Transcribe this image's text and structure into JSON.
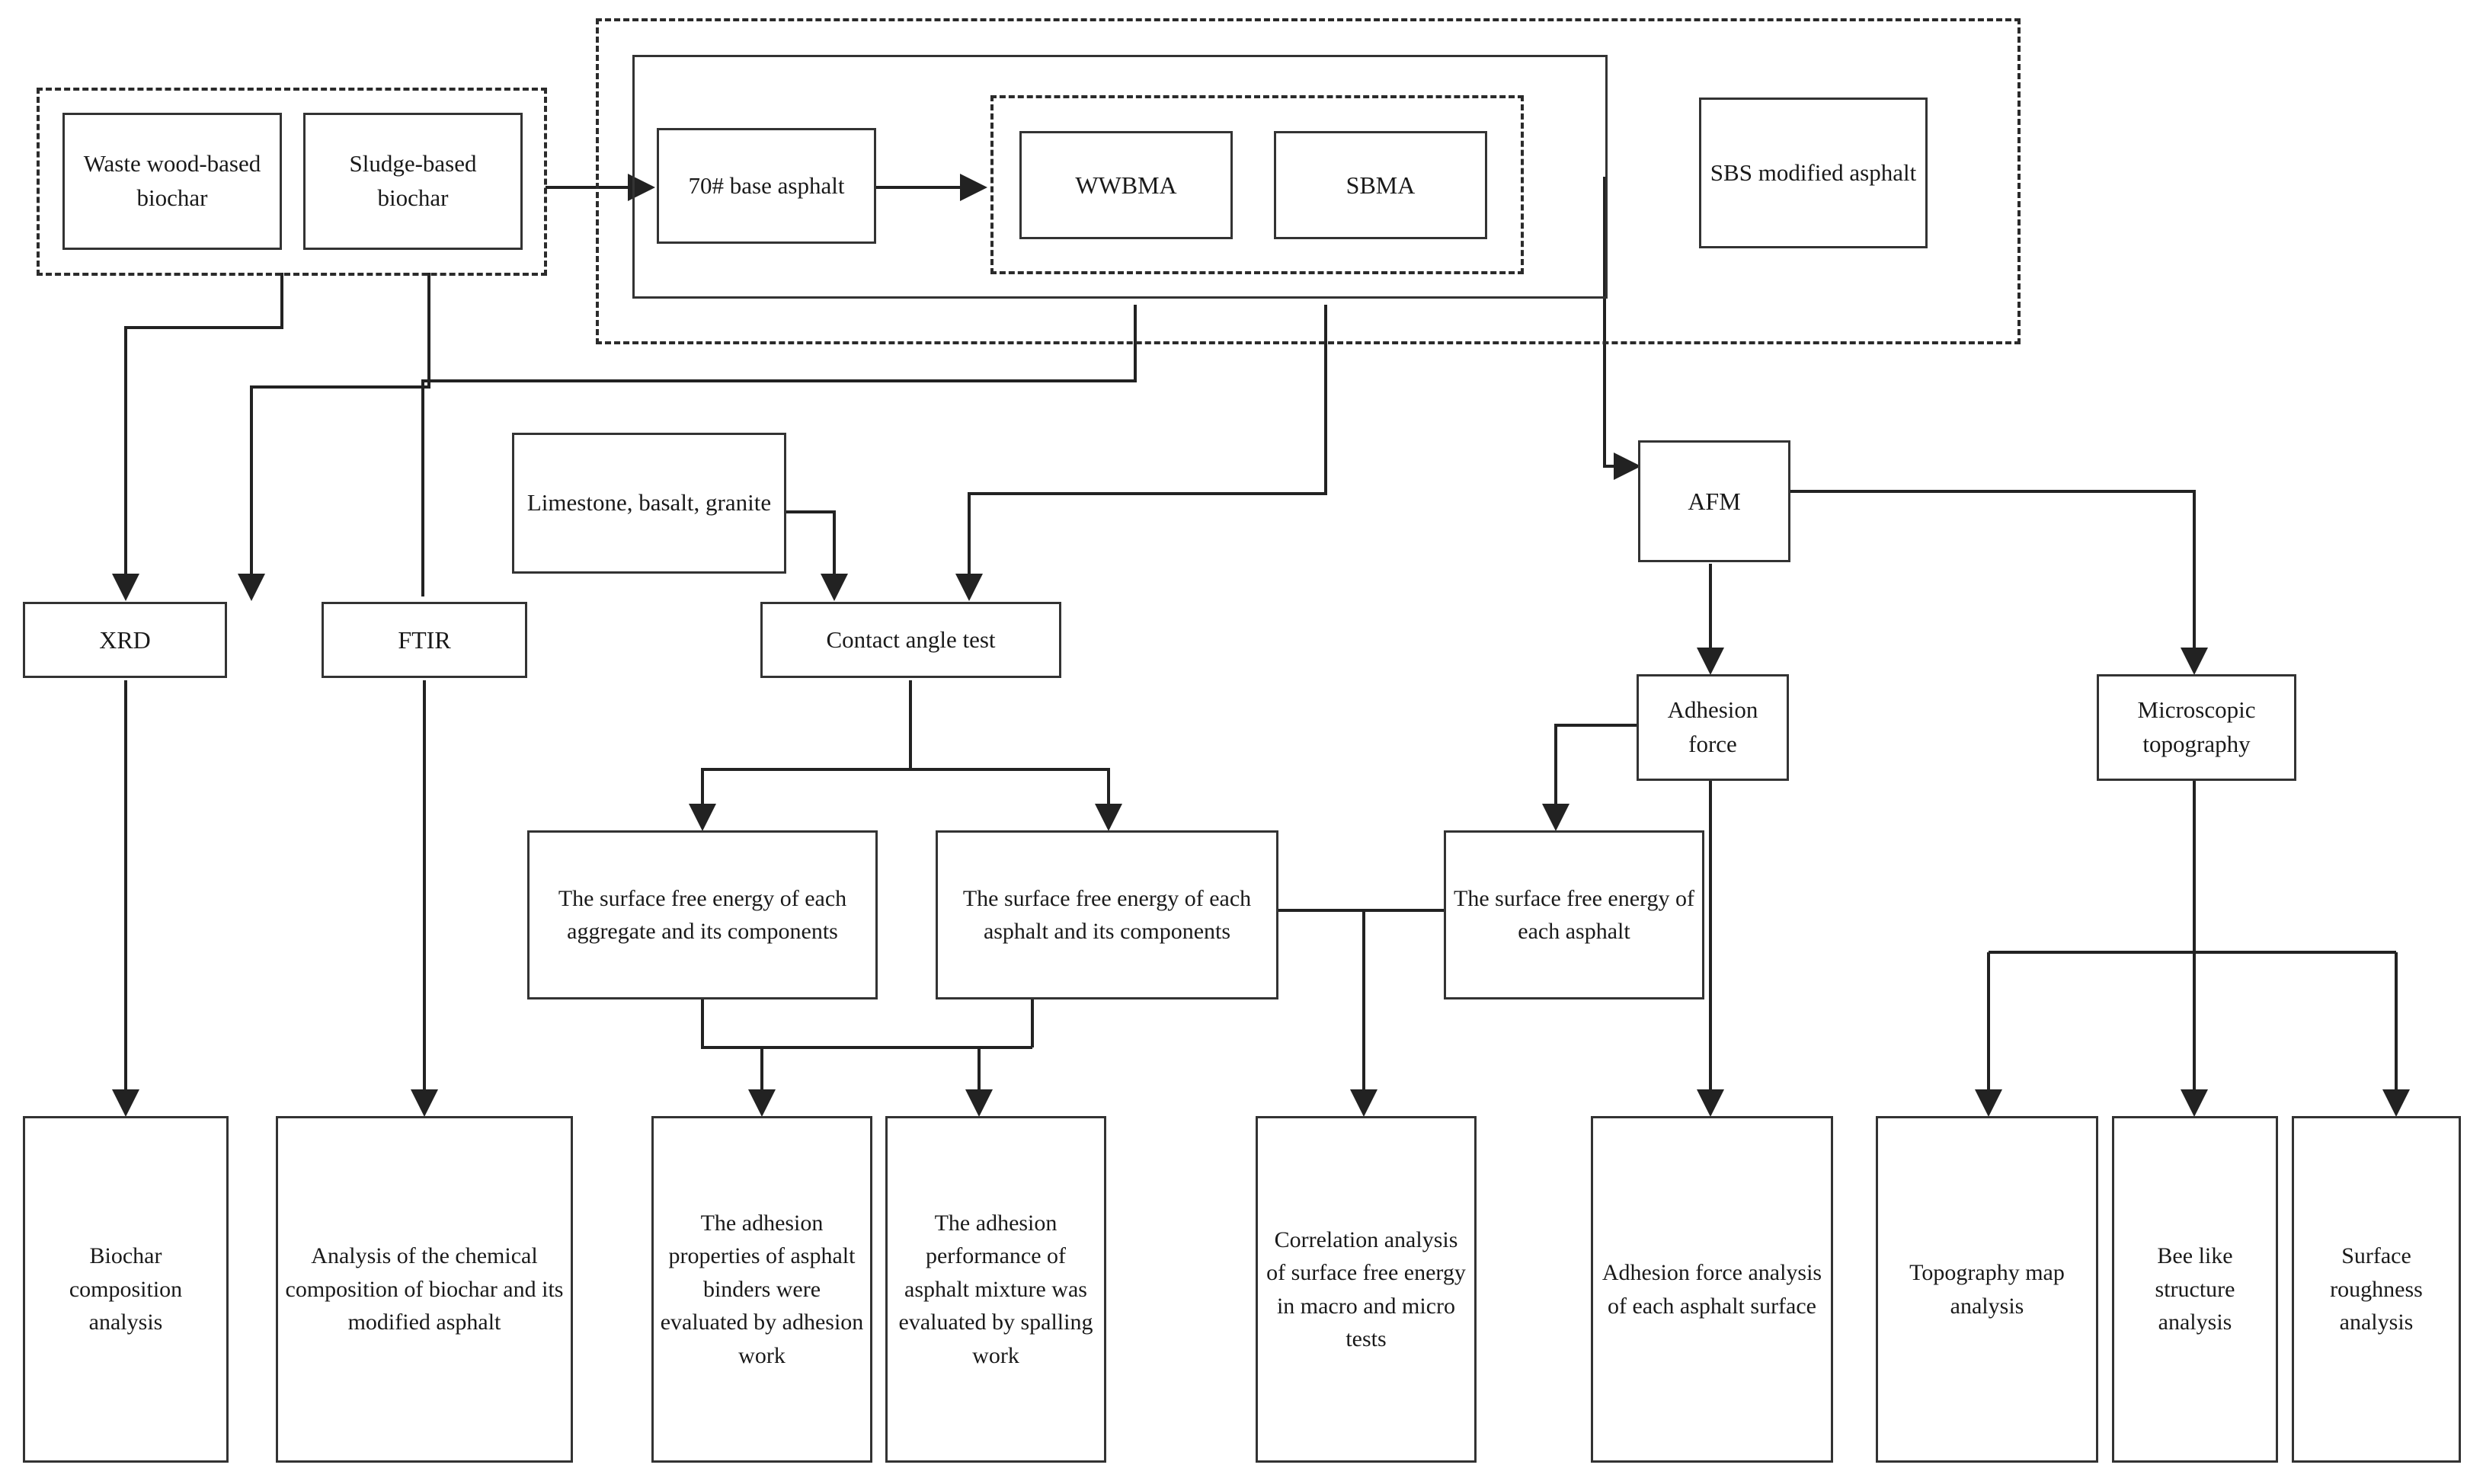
{
  "diagram": {
    "title": "Research technical route flowchart",
    "groups": [
      {
        "id": "biochar-group",
        "label": "biochar materials dashed group"
      },
      {
        "id": "asphalt-outer-group",
        "label": "asphalt preparation dashed group"
      },
      {
        "id": "asphalt-inner-solid-group",
        "label": "asphalt preparation solid group"
      },
      {
        "id": "modified-asphalt-group",
        "label": "modified asphalt dashed group"
      }
    ],
    "nodes": {
      "waste_wood_biochar": "Waste wood-based biochar",
      "sludge_biochar": "Sludge-based biochar",
      "base_asphalt": "70# base asphalt",
      "wwbma": "WWBMA",
      "sbma": "SBMA",
      "sbs_modified_asphalt": "SBS modified asphalt",
      "aggregates": "Limestone, basalt, granite",
      "xrd": "XRD",
      "ftir": "FTIR",
      "contact_angle_test": "Contact angle test",
      "afm": "AFM",
      "adhesion_force": "Adhesion force",
      "microscopic_topography": "Microscopic topography",
      "sfe_aggregate": "The surface free energy of each aggregate and its components",
      "sfe_asphalt_components": "The surface free energy of each asphalt and its components",
      "sfe_asphalt": "The surface free energy of each asphalt",
      "biochar_composition_analysis": "Biochar composition analysis",
      "chemical_composition_analysis": "Analysis of the chemical composition of biochar and its modified asphalt",
      "adhesion_binder": "The adhesion properties of asphalt binders were evaluated by adhesion work",
      "adhesion_mixture": "The adhesion performance of asphalt mixture was evaluated by spalling work",
      "correlation_analysis": "Correlation analysis of surface free energy in macro and micro tests",
      "adhesion_force_analysis": "Adhesion force analysis of each asphalt surface",
      "topography_map_analysis": "Topography map analysis",
      "bee_like_structure_analysis": "Bee like structure analysis",
      "surface_roughness_analysis": "Surface roughness analysis"
    },
    "colors": {
      "node_border": "#333333",
      "group_border": "#2b2b2b",
      "connector": "#222222",
      "background": "#ffffff"
    }
  }
}
